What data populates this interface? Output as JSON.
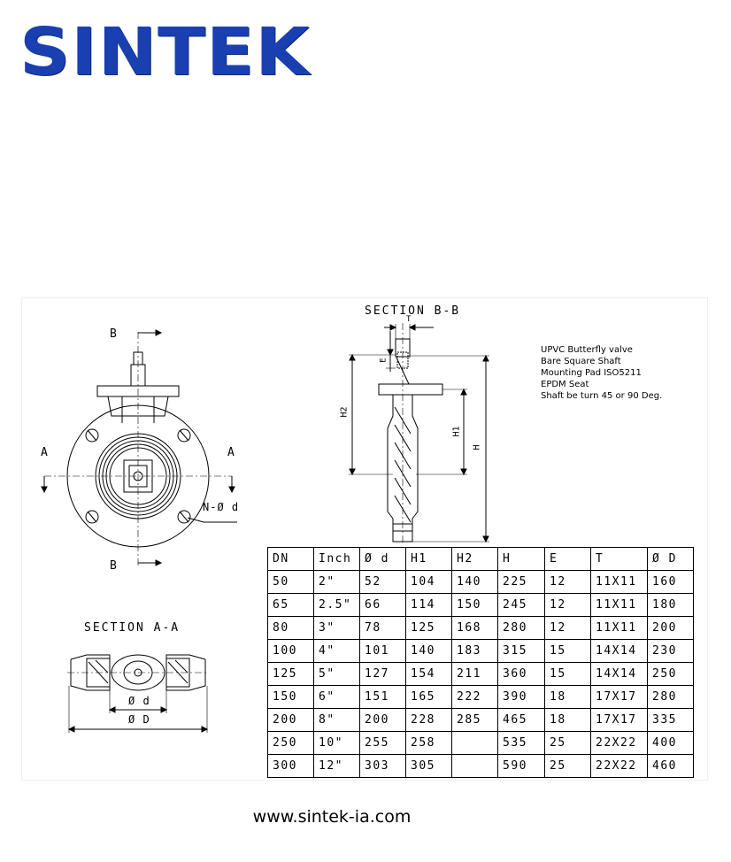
{
  "brand": {
    "logo_text": "SINTEK",
    "color": "#1a3fb0"
  },
  "drawing": {
    "section_bb_title": "SECTION B-B",
    "section_aa_title": "SECTION A-A",
    "front_view_labels": {
      "top_b": "B",
      "bottom_b": "B",
      "left_a": "A",
      "right_a": "A",
      "bolt_callout": "N-Ø d"
    },
    "section_bb_dims": {
      "t": "T",
      "e": "E",
      "h2": "H2",
      "h1": "H1",
      "h": "H"
    },
    "section_aa_dims": {
      "d_small": "Ø d",
      "d_large": "Ø D"
    }
  },
  "notes": [
    "UPVC Butterfly valve",
    "Bare Square Shaft",
    "Mounting Pad ISO5211",
    "EPDM Seat",
    "Shaft be turn 45 or 90 Deg."
  ],
  "table": {
    "headers": [
      "DN",
      "Inch",
      "Ø d",
      "H1",
      "H2",
      "H",
      "E",
      "T",
      "Ø D"
    ],
    "rows": [
      [
        "50",
        "2\"",
        "52",
        "104",
        "140",
        "225",
        "12",
        "11X11",
        "160"
      ],
      [
        "65",
        "2.5\"",
        "66",
        "114",
        "150",
        "245",
        "12",
        "11X11",
        "180"
      ],
      [
        "80",
        "3\"",
        "78",
        "125",
        "168",
        "280",
        "12",
        "11X11",
        "200"
      ],
      [
        "100",
        "4\"",
        "101",
        "140",
        "183",
        "315",
        "15",
        "14X14",
        "230"
      ],
      [
        "125",
        "5\"",
        "127",
        "154",
        "211",
        "360",
        "15",
        "14X14",
        "250"
      ],
      [
        "150",
        "6\"",
        "151",
        "165",
        "222",
        "390",
        "18",
        "17X17",
        "280"
      ],
      [
        "200",
        "8\"",
        "200",
        "228",
        "285",
        "465",
        "18",
        "17X17",
        "335"
      ],
      [
        "250",
        "10\"",
        "255",
        "258",
        "",
        "535",
        "25",
        "22X22",
        "400"
      ],
      [
        "300",
        "12\"",
        "303",
        "305",
        "",
        "590",
        "25",
        "22X22",
        "460"
      ]
    ]
  },
  "footer": {
    "website": "www.sintek-ia.com"
  }
}
